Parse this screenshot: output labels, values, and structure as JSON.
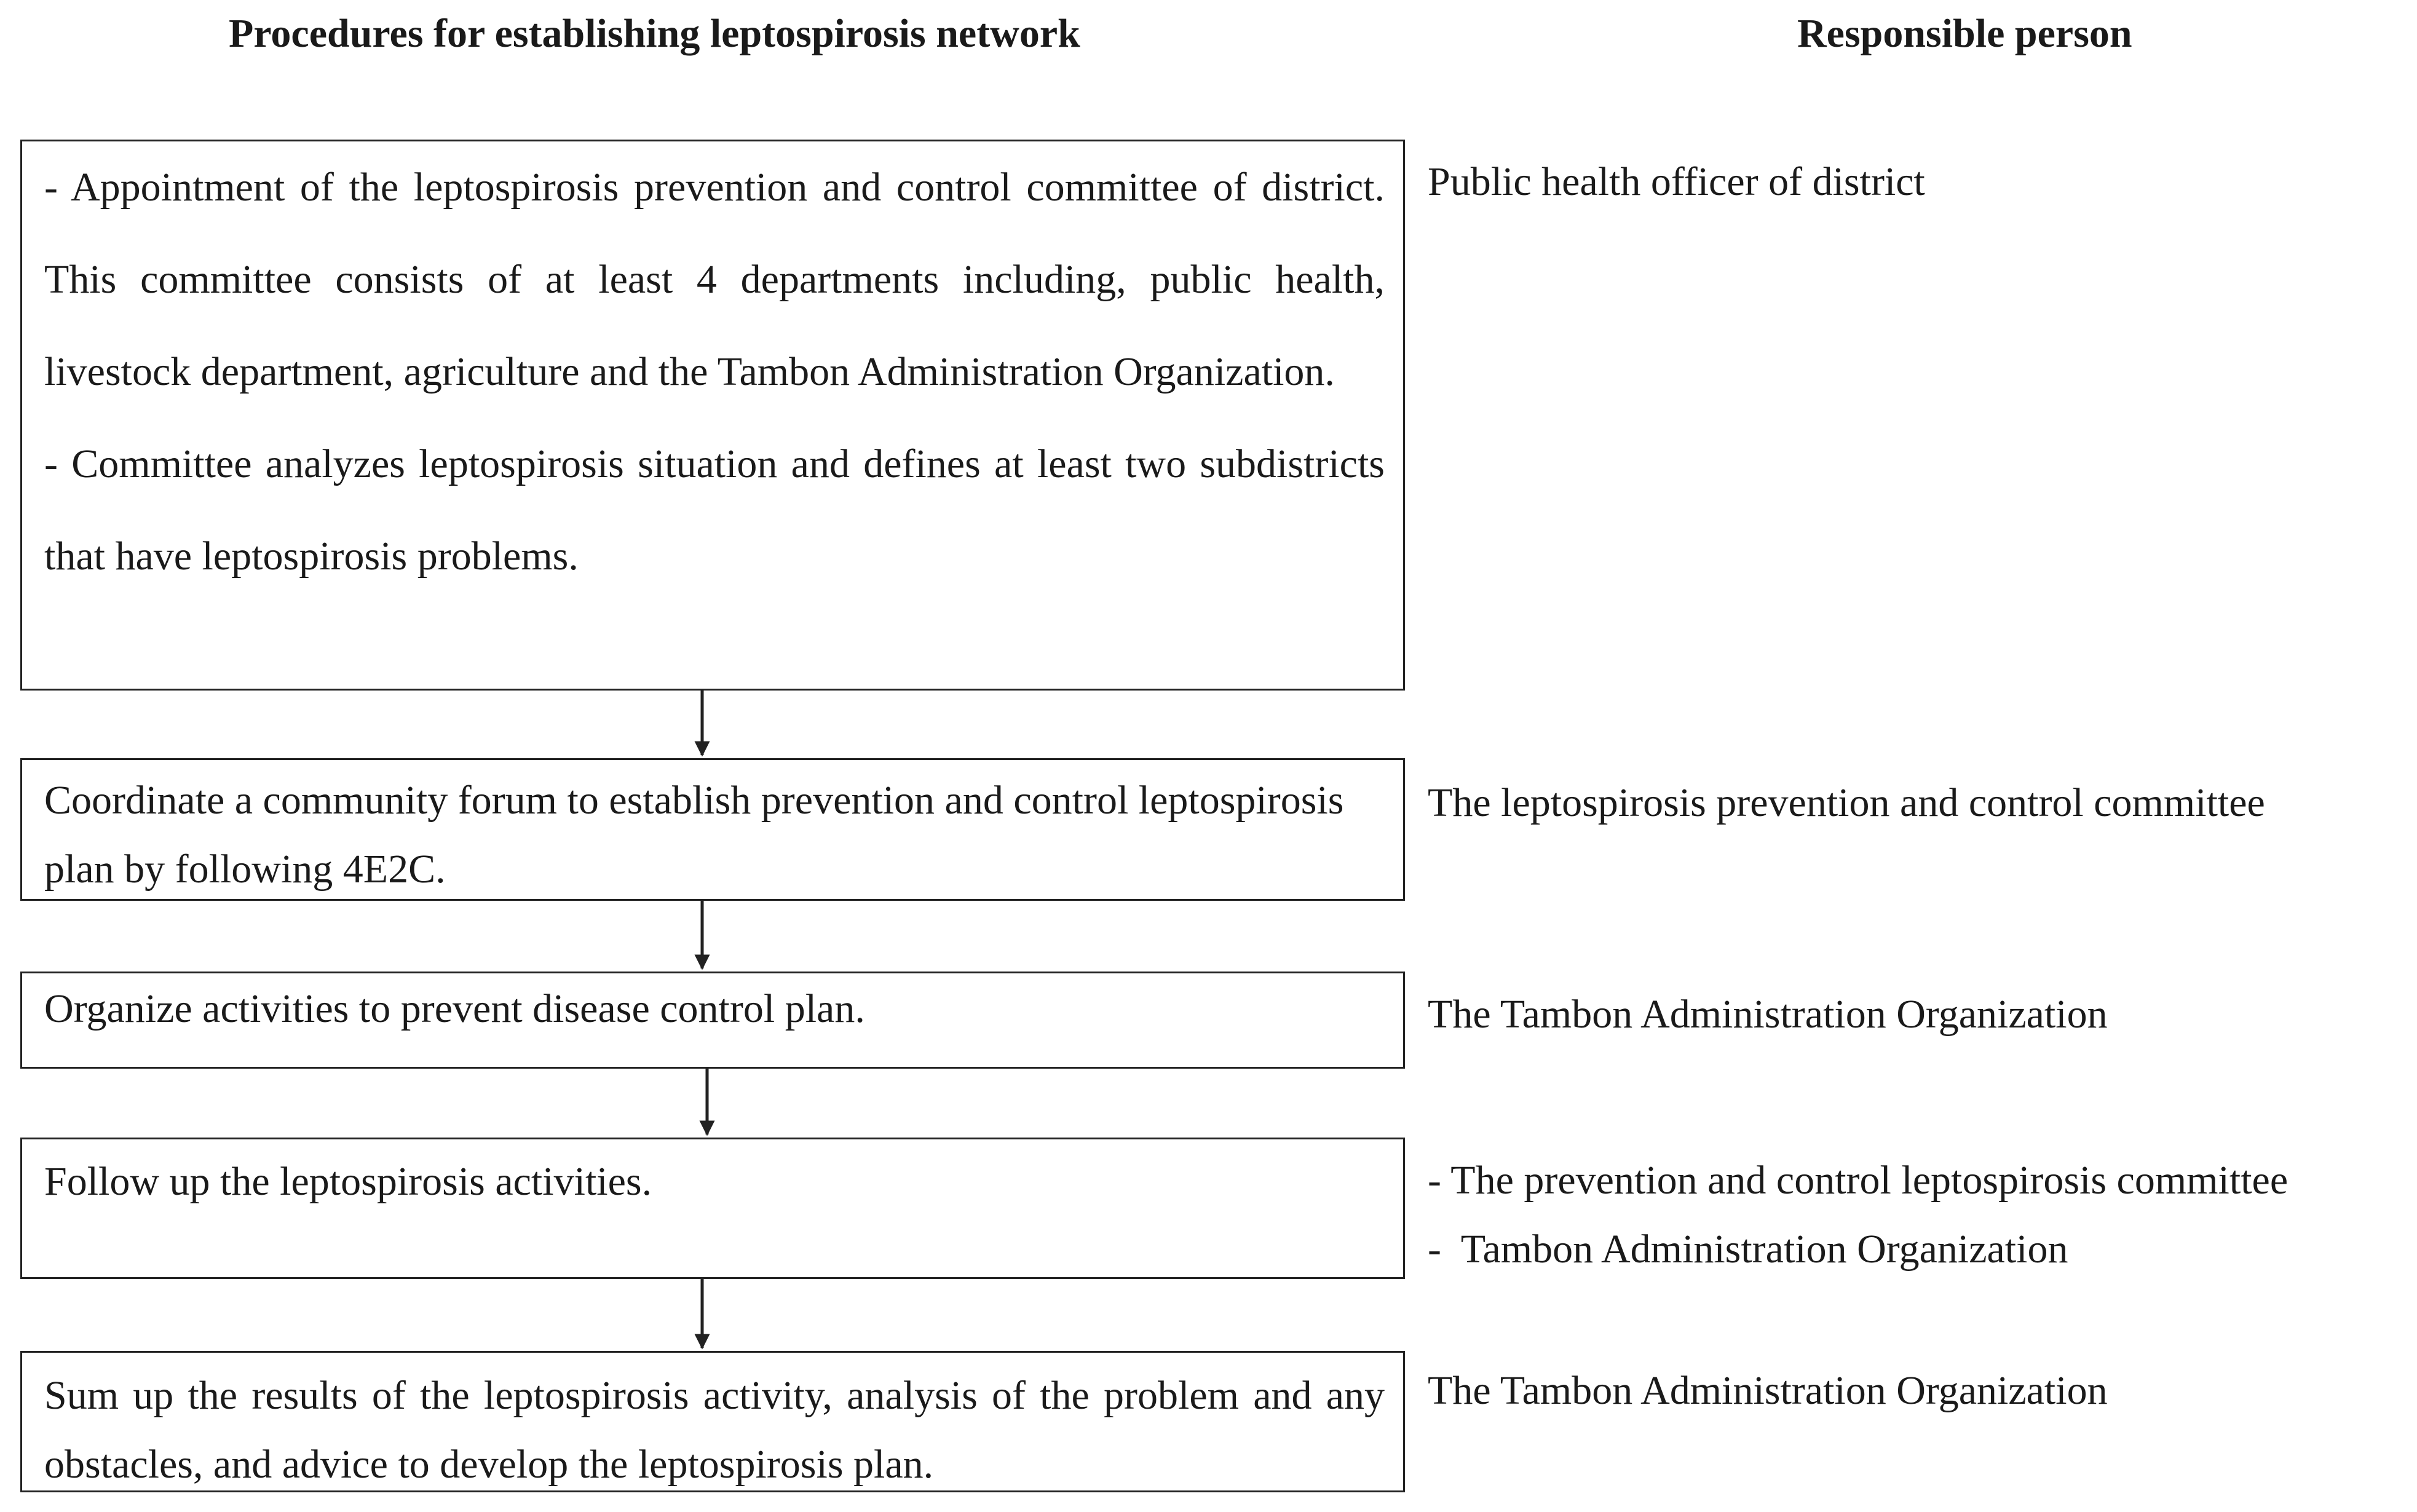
{
  "headers": {
    "procedures": "Procedures for establishing leptospirosis network",
    "responsible": "Responsible person"
  },
  "steps": [
    {
      "paragraphs": [
        "- Appointment of the leptospirosis prevention and control committee of district. This committee consists of at least 4 departments including, public health, livestock department, agriculture and the Tambon Administration Organization.",
        "- Committee analyzes leptospirosis situation and defines at least two subdistricts that have leptospirosis problems."
      ],
      "responsible": [
        "Public health officer of district"
      ]
    },
    {
      "paragraphs": [
        "Coordinate a community forum to establish prevention and control leptospirosis plan by following 4E2C."
      ],
      "responsible": [
        "The leptospirosis prevention and control committee"
      ]
    },
    {
      "paragraphs": [
        "Organize activities to prevent disease control plan."
      ],
      "responsible": [
        "The Tambon Administration Organization"
      ]
    },
    {
      "paragraphs": [
        "Follow up the leptospirosis activities."
      ],
      "responsible": [
        "- The prevention and control leptospirosis committee",
        "-  Tambon Administration Organization"
      ]
    },
    {
      "paragraphs": [
        "Sum up the results of the leptospirosis activity, analysis of the problem and any obstacles, and advice to develop the leptospirosis plan."
      ],
      "responsible": [
        "The Tambon Administration Organization"
      ]
    }
  ]
}
